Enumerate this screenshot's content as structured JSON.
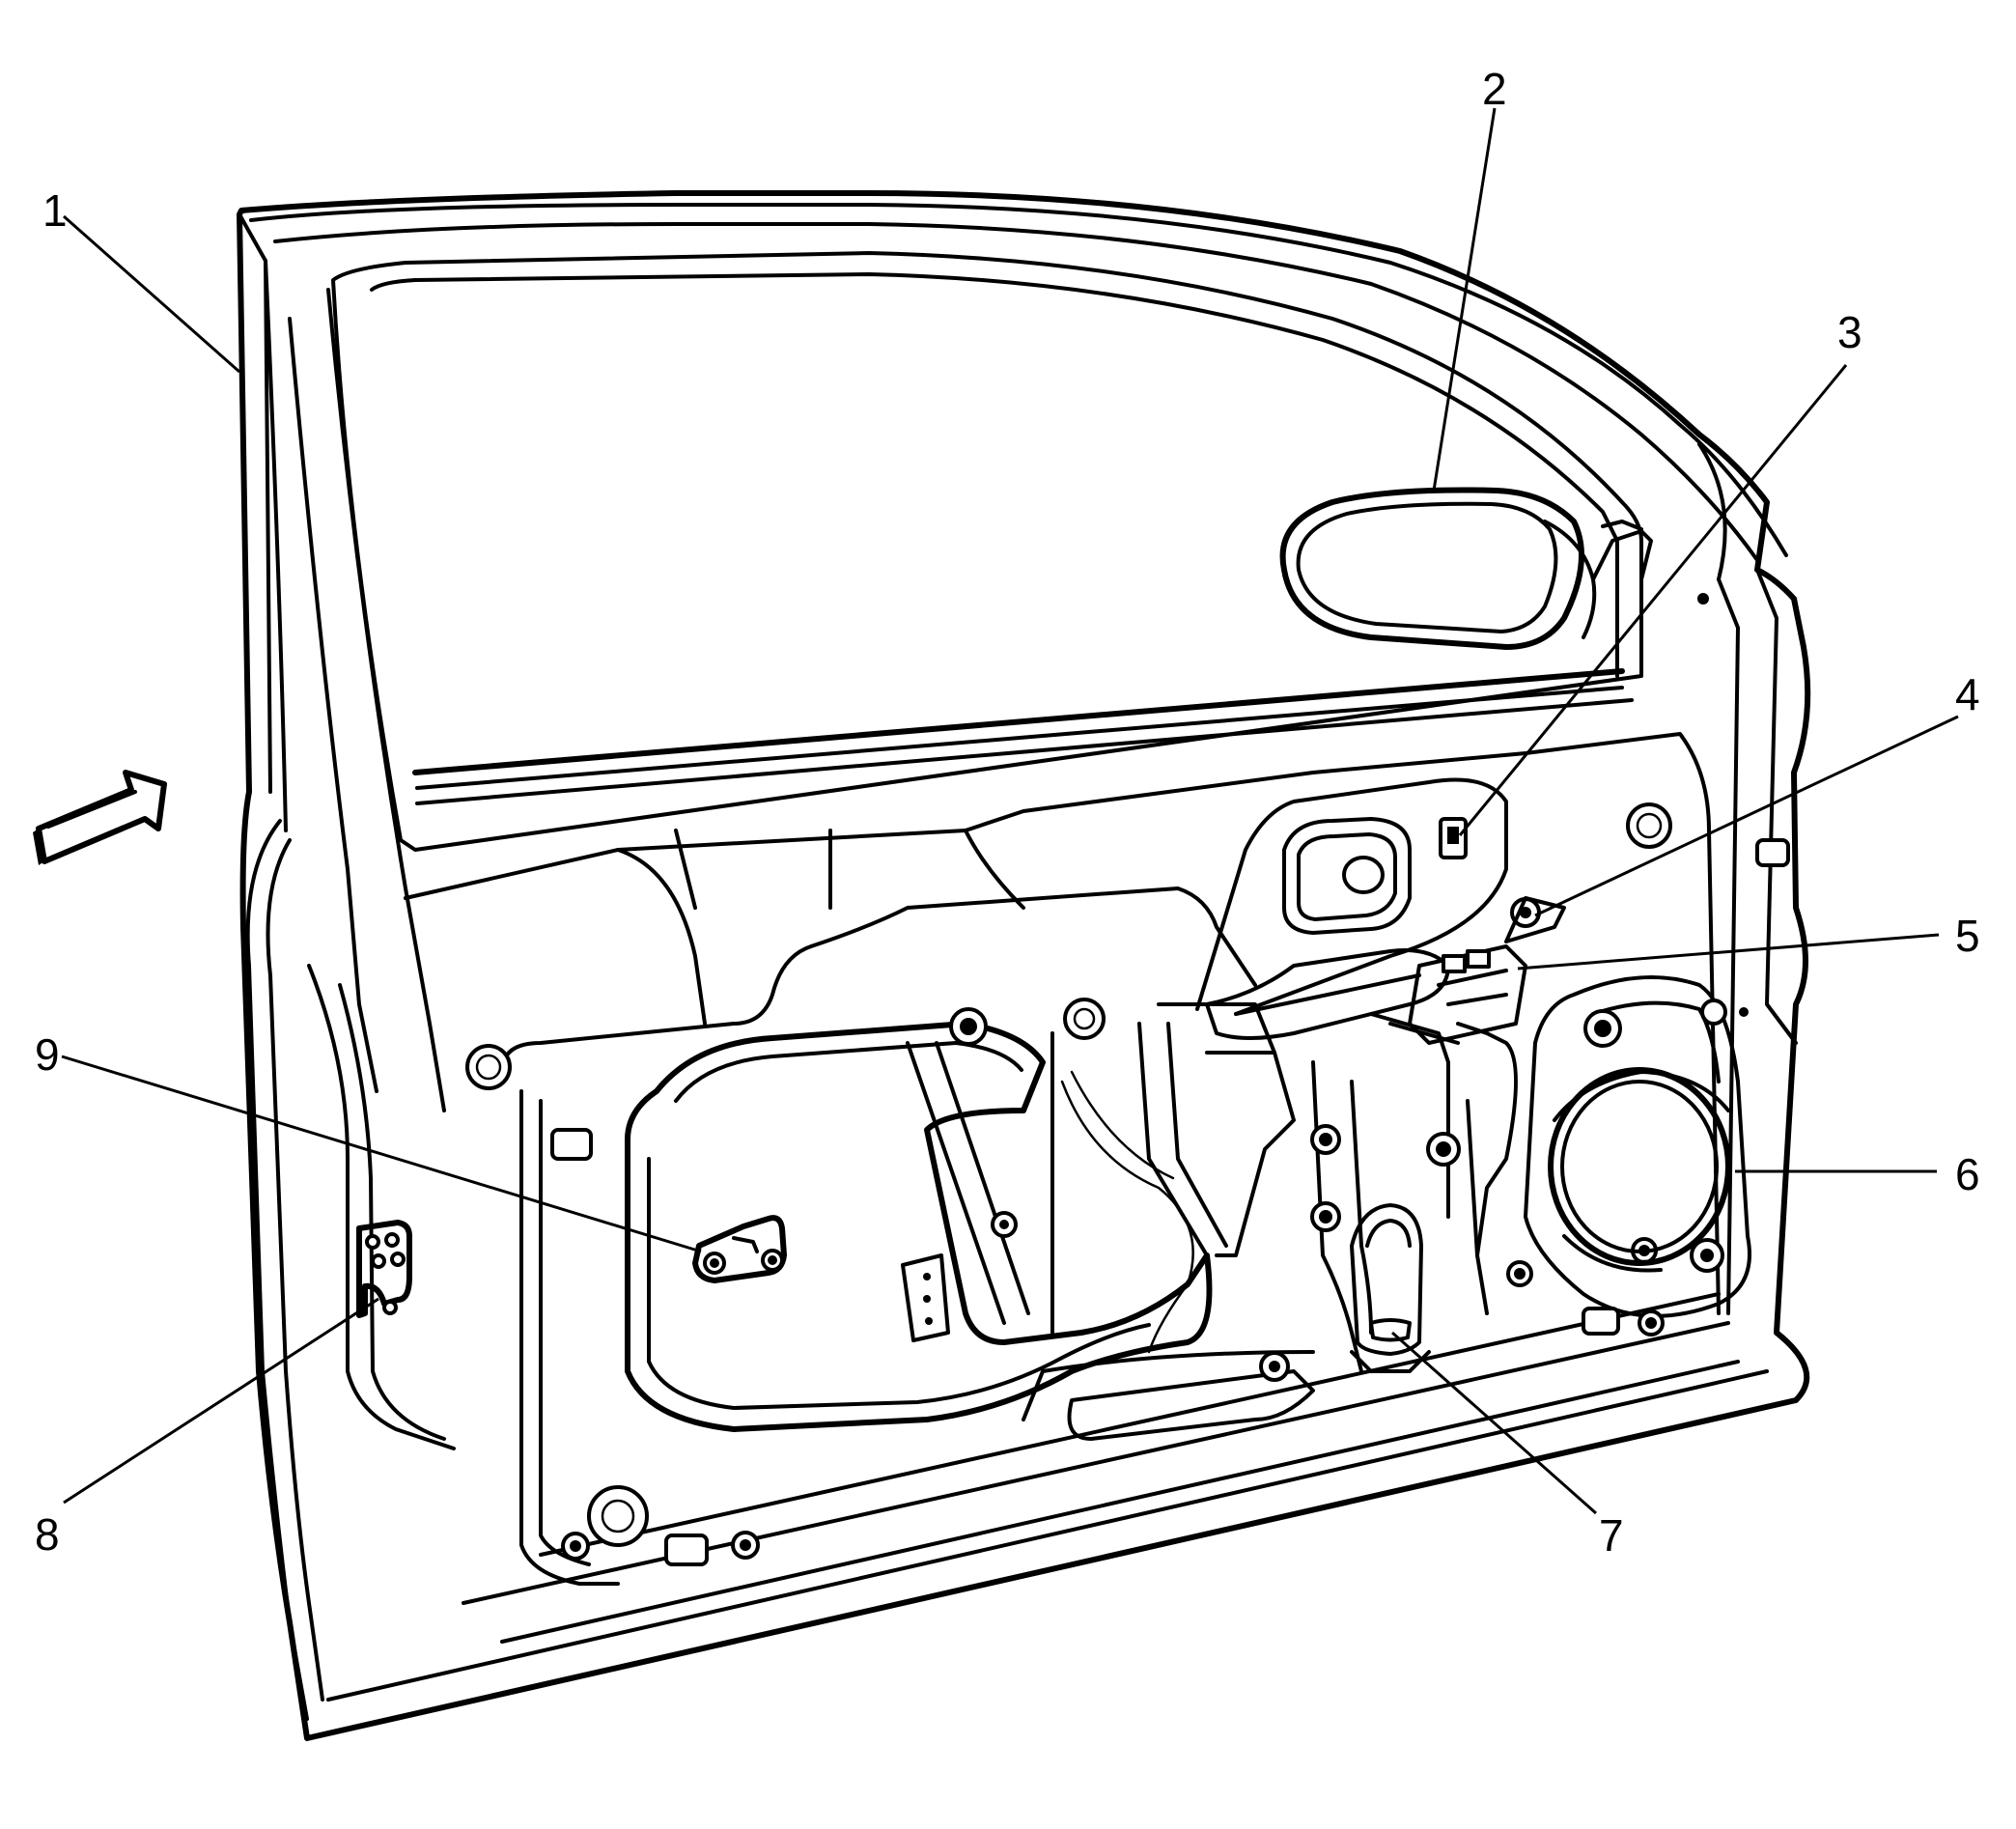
{
  "diagram": {
    "callouts": [
      {
        "id": "1",
        "label": "1"
      },
      {
        "id": "2",
        "label": "2"
      },
      {
        "id": "3",
        "label": "3"
      },
      {
        "id": "4",
        "label": "4"
      },
      {
        "id": "5",
        "label": "5"
      },
      {
        "id": "6",
        "label": "6"
      },
      {
        "id": "7",
        "label": "7"
      },
      {
        "id": "8",
        "label": "8"
      },
      {
        "id": "9",
        "label": "9"
      }
    ],
    "view_arrow_icon": "arrow-right-up-icon",
    "line_color": "#000000",
    "background_color": "#ffffff"
  }
}
